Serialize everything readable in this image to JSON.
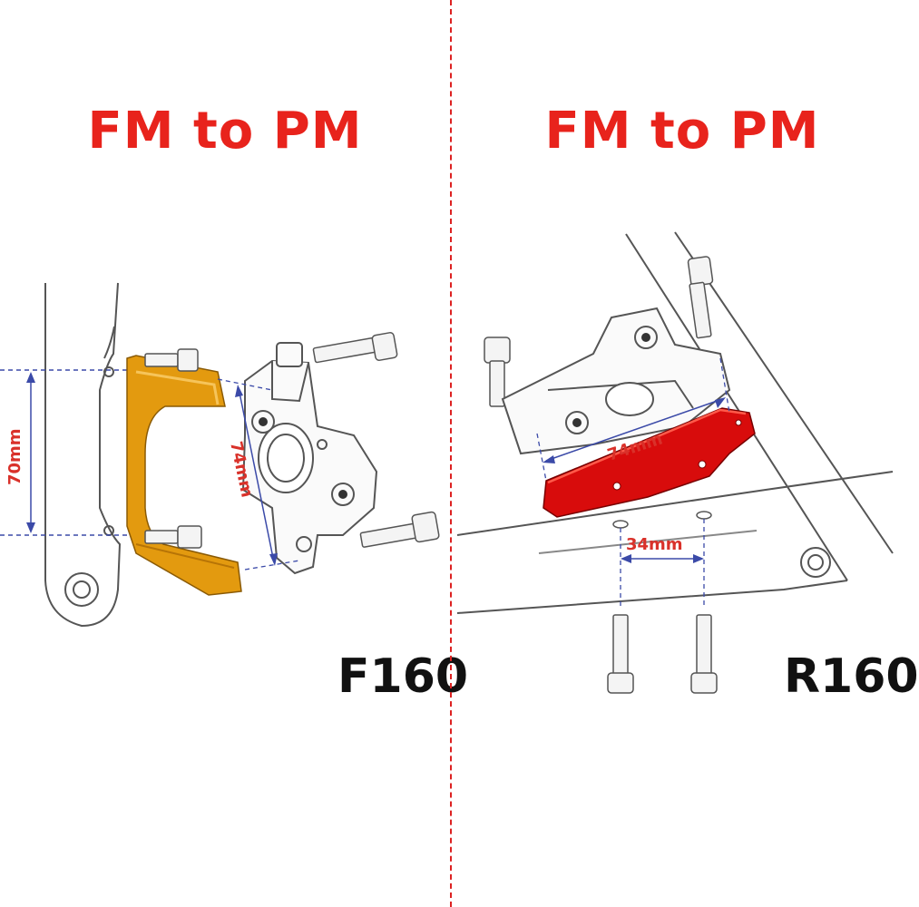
{
  "colors": {
    "title": "#e8231c",
    "dimension": "#d9312a",
    "dimension_line": "#3b4aa8",
    "divider": "#d22222",
    "front_adapter": "#e39a0f",
    "rear_adapter": "#d80c0c",
    "outline": "#555555"
  },
  "left_panel": {
    "title": "FM to PM",
    "model": "F160",
    "dims": {
      "height": "70mm",
      "mount_spacing": "74mm"
    }
  },
  "right_panel": {
    "title": "FM to PM",
    "model": "R160",
    "dims": {
      "mount_spacing": "74mm",
      "bolt_spacing": "34mm"
    }
  }
}
